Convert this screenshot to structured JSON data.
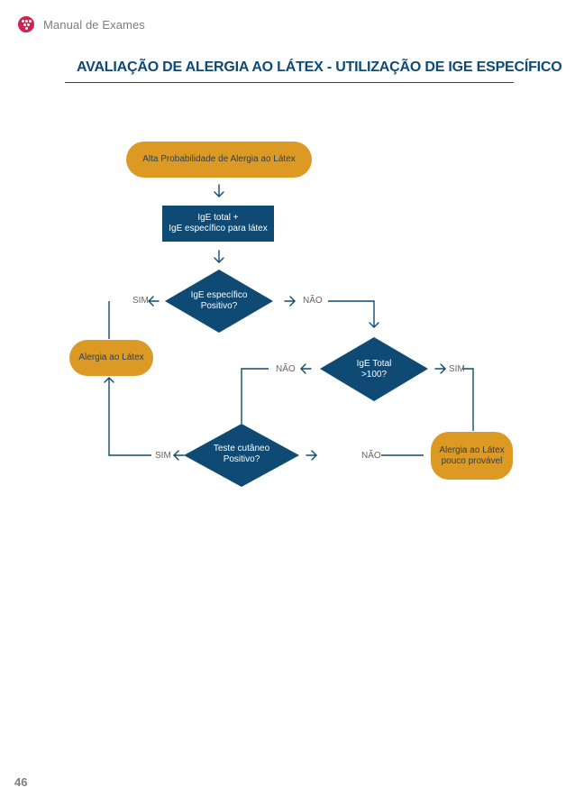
{
  "header": {
    "app_name": "Manual de Exames"
  },
  "page": {
    "title": "AVALIAÇÃO DE ALERGIA AO LÁTEX - UTILIZAÇÃO DE IGE ESPECÍFICO",
    "number": "46"
  },
  "flowchart": {
    "nodes": {
      "start": "Alta Probabilidade de Alergia ao Látex",
      "tests": "IgE total +\nIgE específico para látex",
      "decision_ige_especifico": "IgE específico\nPositivo?",
      "decision_ige_total": "IgE Total\n>100?",
      "decision_teste_cutaneo": "Teste cutâneo\nPositivo?",
      "result_alergia": "Alergia ao Látex",
      "result_improvavel": "Alergia ao Látex\npouco provável"
    },
    "labels": {
      "ige_esp_sim": "SIM",
      "ige_esp_nao": "NÃO",
      "ige_total_nao": "NÃO",
      "ige_total_sim": "SIM",
      "cutaneo_sim": "SIM",
      "cutaneo_nao": "NÃO"
    }
  },
  "colors": {
    "accent": "#0e4a73",
    "outcome": "#dc9a24",
    "logo": "#d2204f"
  }
}
